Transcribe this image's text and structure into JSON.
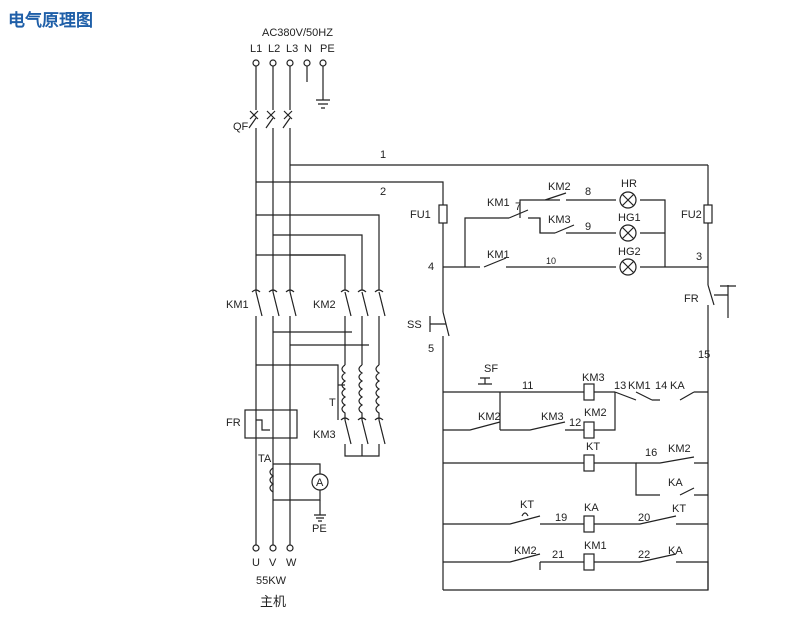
{
  "page_title": "电气原理图",
  "supply": "AC380V/50HZ",
  "terminals": {
    "l1": "L1",
    "l2": "L2",
    "l3": "L3",
    "n": "N",
    "pe": "PE"
  },
  "labels": {
    "qf": "QF",
    "km1": "KM1",
    "km2": "KM2",
    "km3": "KM3",
    "t": "T",
    "fr": "FR",
    "ta": "TA",
    "ammeter": "A",
    "pe": "PE",
    "u": "U",
    "v": "V",
    "w": "W",
    "motor_power": "55KW",
    "motor_name": "主机"
  },
  "control": {
    "n1": "1",
    "n2": "2",
    "n3": "3",
    "n4": "4",
    "n5": "5",
    "n7": "7",
    "n8": "8",
    "n9": "9",
    "n10": "10",
    "n11": "11",
    "n12": "12",
    "n13": "13",
    "n14": "14",
    "n15": "15",
    "n16": "16",
    "n19": "19",
    "n20": "20",
    "n21": "21",
    "n22": "22",
    "fu1": "FU1",
    "fu2": "FU2",
    "km1": "KM1",
    "km2": "KM2",
    "km3": "KM3",
    "hr": "HR",
    "hg1": "HG1",
    "hg2": "HG2",
    "fr": "FR",
    "ss": "SS",
    "sf": "SF",
    "kt": "KT",
    "ka": "KA"
  }
}
